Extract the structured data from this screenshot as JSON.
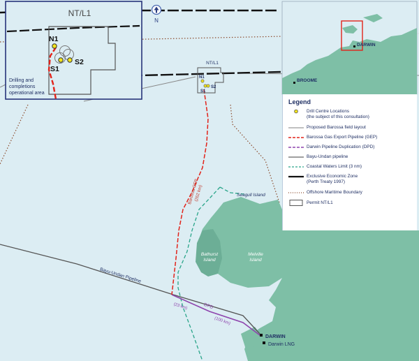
{
  "inset_detail": {
    "permit_label": "NT/L1",
    "drill_labels": [
      "N1",
      "S1",
      "S2"
    ],
    "area_label_1": "Drilling and",
    "area_label_2": "completions",
    "area_label_3": "operational area"
  },
  "north_arrow": {
    "label": "N"
  },
  "locator_map": {
    "darwin": "DARWIN",
    "broome": "BROOME"
  },
  "main_map": {
    "permit_label": "NT/L1",
    "drill_labels": [
      "N1",
      "S1",
      "S2"
    ],
    "gep_label_1": "Barossa GEP",
    "gep_label_2": "(262 km)",
    "seagull": "Seagull Island",
    "bathurst_1": "Bathurst",
    "bathurst_2": "Island",
    "melville_1": "Melville",
    "melville_2": "Island",
    "bayu_label": "Bayu-Undan Pipeline",
    "dpd_label": "DPD",
    "dpd_23": "(23 km)",
    "dpd_100": "(100 km)",
    "darwin": "DARWIN",
    "darwin_lng": "Darwin LNG"
  },
  "legend": {
    "title": "Legend",
    "items": [
      {
        "label": "Drill Centre Locations",
        "label2": "(the subject of this consultation)",
        "symbol": "drill-centre",
        "color": "#f2e31b"
      },
      {
        "label": "Proposed Barossa field layout",
        "symbol": "line",
        "color": "#9a9a9a"
      },
      {
        "label": "Barossa Gas Export Pipeline (GEP)",
        "symbol": "dash",
        "color": "#e2231a"
      },
      {
        "label": "Darwin Pipeline Duplication (DPD)",
        "symbol": "dash",
        "color": "#8e44ad"
      },
      {
        "label": "Bayu-Undan pipeline",
        "symbol": "line",
        "color": "#666666"
      },
      {
        "label": "Coastal Waters Limit (3 nm)",
        "symbol": "dash",
        "color": "#2aa58a"
      },
      {
        "label": "Exclusive Economic Zone",
        "label2": "(Perth Treaty 1997)",
        "symbol": "thick",
        "color": "#111111"
      },
      {
        "label": "Offshore Maritime Boundary",
        "symbol": "dots",
        "color": "#8b4a2b"
      },
      {
        "label": "Permit NT/L1",
        "symbol": "box",
        "color": "#555555"
      }
    ]
  },
  "colors": {
    "sea": "#dcedf3",
    "land": "#7ebfa6",
    "gep": "#e2231a",
    "dpd": "#8e44ad",
    "coastal": "#2aa58a",
    "label_blue": "#1f2f63"
  }
}
